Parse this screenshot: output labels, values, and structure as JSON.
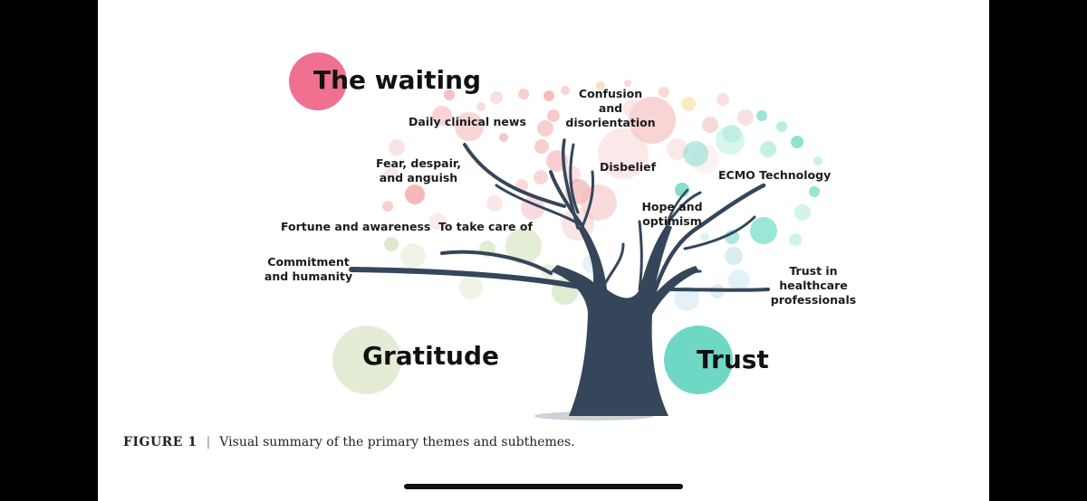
{
  "themes": {
    "waiting": "The waiting",
    "gratitude": "Gratitude",
    "trust": "Trust"
  },
  "subthemes": {
    "confusion": "Confusion\nand\ndisorientation",
    "daily_news": "Daily clinical news",
    "fear": "Fear, despair,\nand anguish",
    "disbelief": "Disbelief",
    "ecmo": "ECMO Technology",
    "hope": "Hope and\noptimism",
    "fortune": "Fortune and awareness",
    "take_care": "To take care of",
    "commitment": "Commitment\nand humanity",
    "trust_hc": "Trust in\nhealthcare\nprofessionals"
  },
  "caption": {
    "figure": "FIGURE 1",
    "separator": "|",
    "text": "Visual summary of the primary themes and subthemes."
  },
  "colors": {
    "waiting": "#f07090",
    "gratitude": "#e4ecd6",
    "trust": "#6fd8c4",
    "trunk": "#35465a"
  }
}
